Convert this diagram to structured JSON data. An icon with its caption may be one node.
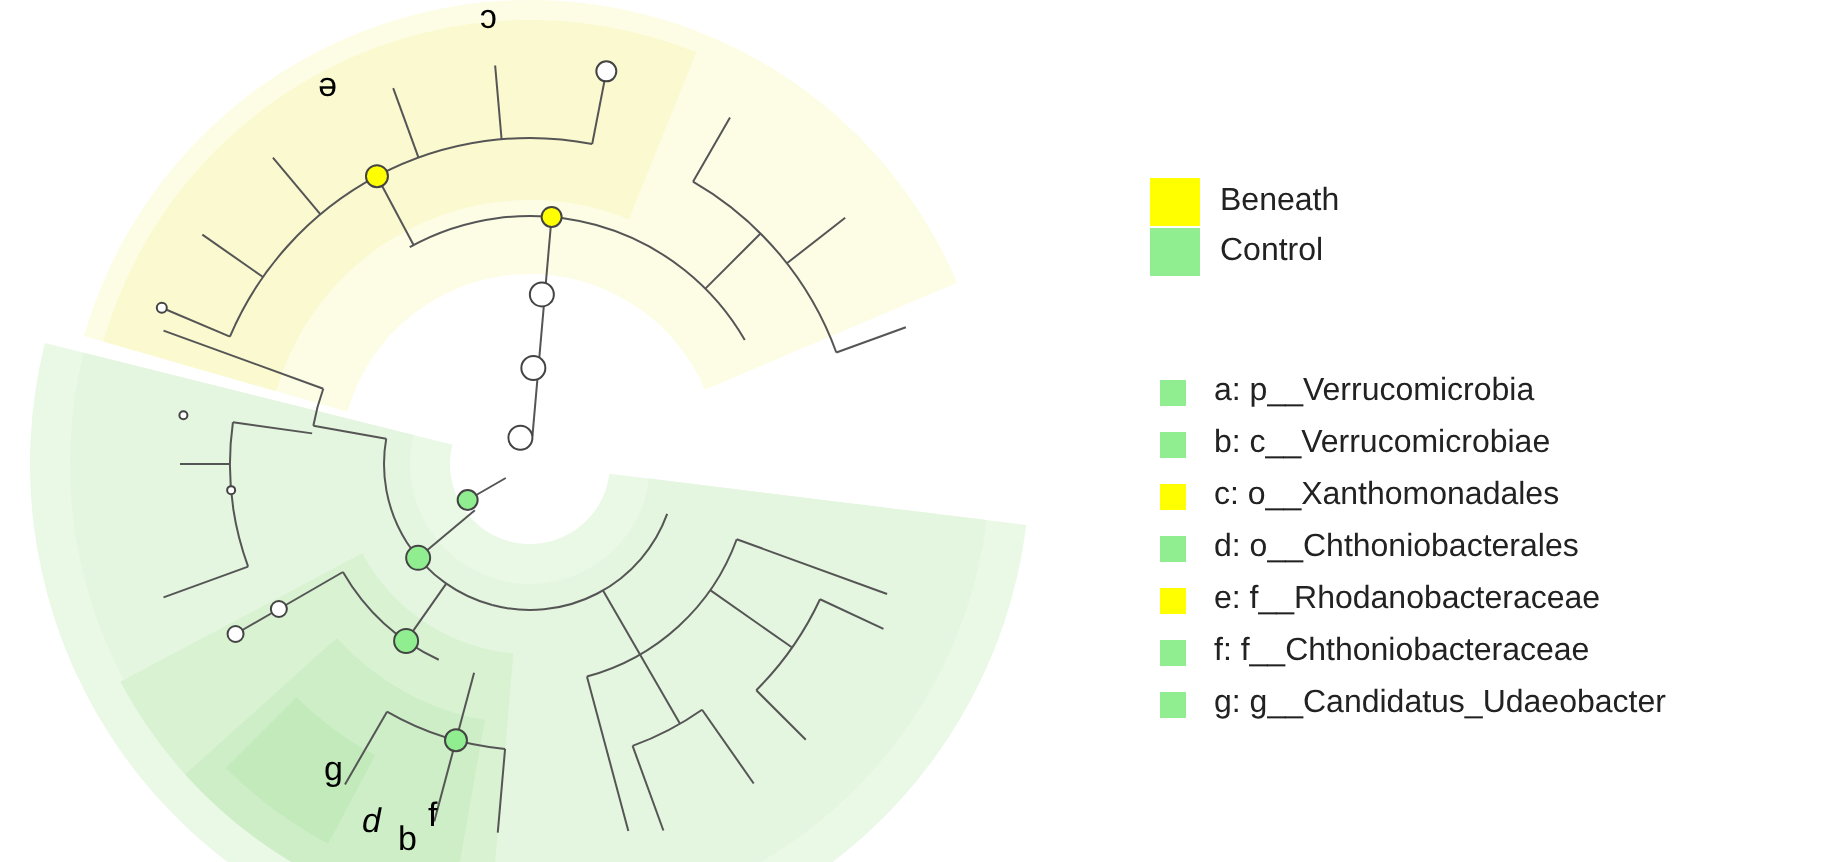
{
  "diagram": {
    "labels": [
      "c",
      "e",
      "g",
      "d",
      "f",
      "b"
    ],
    "legend": [
      {
        "text": "Beneath",
        "color": "#ffff00"
      },
      {
        "text": "Control",
        "color": "#90ee90"
      },
      {
        "text": "a: p__Verrucomicrobia",
        "color": "#90ee90"
      },
      {
        "text": "b: c__Verrucomicrobiae",
        "color": "#90ee90"
      },
      {
        "text": "c: o__Xanthomonadales",
        "color": "#ffff00"
      },
      {
        "text": "d: o__Chthoniobacterales",
        "color": "#90ee90"
      },
      {
        "text": "e: f__Rhodanobacteraceae",
        "color": "#ffff00"
      },
      {
        "text": "f: f__Chthoniobacteraceae",
        "color": "#90ee90"
      },
      {
        "text": "g: g__Candidatus_Udaeobacter",
        "color": "#90ee90"
      }
    ]
  }
}
